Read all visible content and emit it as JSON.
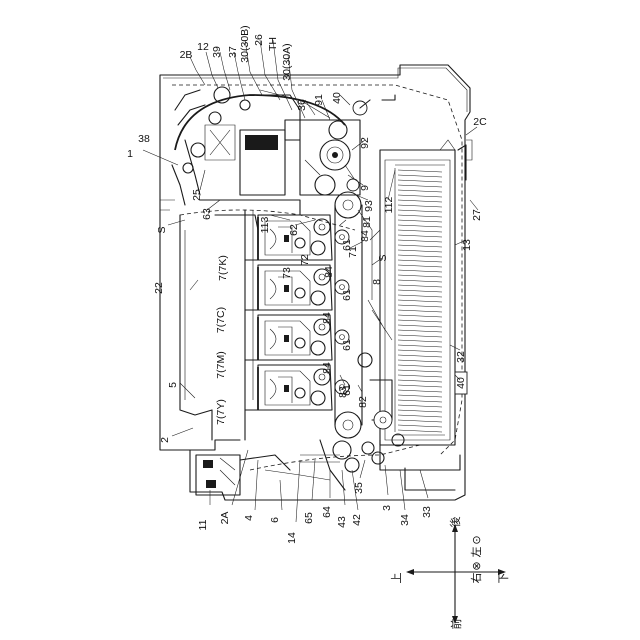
{
  "labels": {
    "r1": "1",
    "r38": "38",
    "r2B": "2B",
    "r12": "12",
    "r39": "39",
    "r37": "37",
    "r30B": "30(30B)",
    "r26": "26",
    "rTH": "TH",
    "r30A": "30(30A)",
    "r36": "36",
    "r91": "91",
    "r40a": "40",
    "r2C": "2C",
    "r92": "92",
    "r25": "25",
    "r63": "63",
    "r9": "9",
    "r93": "93",
    "r112": "112",
    "r27": "27",
    "r113": "113",
    "r62": "62",
    "r81": "81",
    "rS1": "S",
    "r61a": "61",
    "r84a": "84",
    "r13": "13",
    "r7K": "7(7K)",
    "r72": "72",
    "r71": "71",
    "r73": "73",
    "r84b": "84",
    "rS2": "S",
    "r22": "22",
    "r8": "8",
    "r7C": "7(7C)",
    "r61b": "61",
    "r84c": "84",
    "r7M": "7(7M)",
    "r61c": "61",
    "r32": "32",
    "r5": "5",
    "r84d": "84",
    "r83": "83",
    "r7Y": "7(7Y)",
    "r61d": "61",
    "r40b": "40",
    "r82": "82",
    "r2": "2",
    "r11": "11",
    "r2A": "2A",
    "r4": "4",
    "r6": "6",
    "r14": "14",
    "r65": "65",
    "r64": "64",
    "r43": "43",
    "r42": "42",
    "r35": "35",
    "r3": "3",
    "r34": "34",
    "r33": "33"
  },
  "directions": {
    "up": "上",
    "down": "下",
    "front": "前",
    "back": "後",
    "right": "右",
    "left": "左",
    "right_symbol": "⊗",
    "left_symbol": "⊙"
  }
}
